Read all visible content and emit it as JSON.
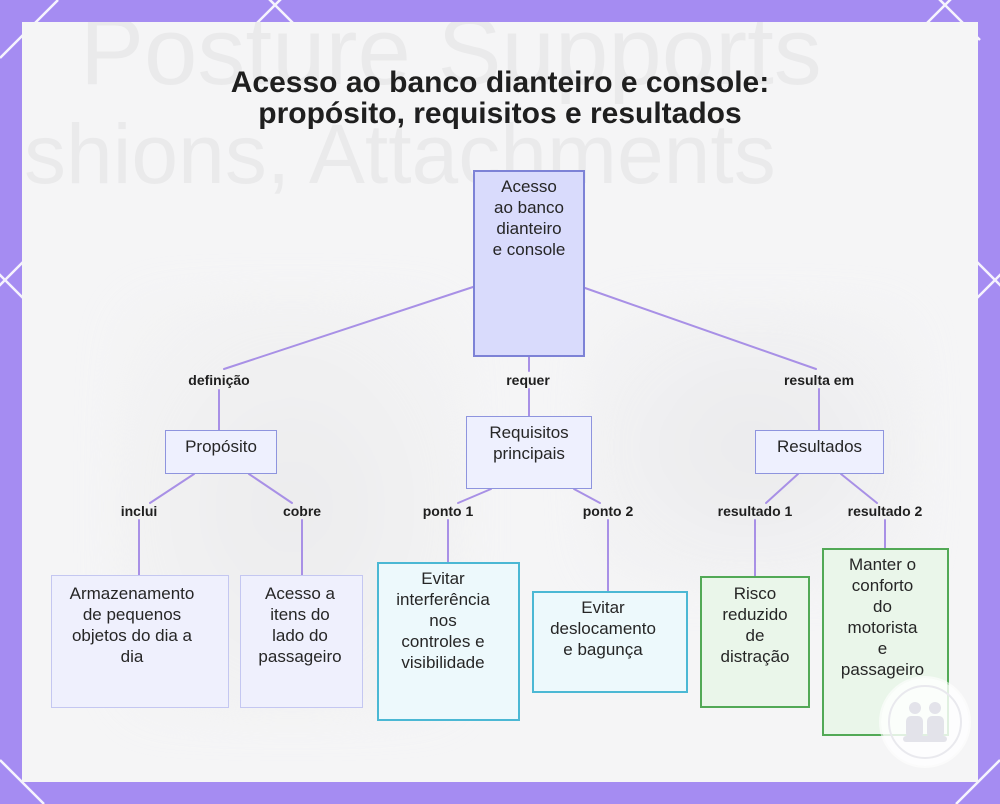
{
  "title": {
    "line1": "Acesso ao banco dianteiro e console:",
    "line2": "propósito, requisitos e resultados"
  },
  "background_text": {
    "line1": "Posture Supports",
    "line2": "shions, Attachments"
  },
  "root": {
    "lines": [
      "Acesso",
      "ao banco",
      "dianteiro",
      "e console"
    ]
  },
  "branches": [
    {
      "edge_label": "definição",
      "node": {
        "lines": [
          "Propósito"
        ]
      },
      "children": [
        {
          "edge_label": "inclui",
          "lines": [
            "Armazenamento",
            "de pequenos",
            "objetos do dia a",
            "dia"
          ]
        },
        {
          "edge_label": "cobre",
          "lines": [
            "Acesso a",
            "itens do",
            "lado do",
            "passageiro"
          ]
        }
      ]
    },
    {
      "edge_label": "requer",
      "node": {
        "lines": [
          "Requisitos",
          "principais"
        ]
      },
      "children": [
        {
          "edge_label": "ponto 1",
          "lines": [
            "Evitar",
            "interferência",
            "nos",
            "controles e",
            "visibilidade"
          ]
        },
        {
          "edge_label": "ponto 2",
          "lines": [
            "Evitar",
            "deslocamento",
            "e bagunça"
          ]
        }
      ]
    },
    {
      "edge_label": "resulta em",
      "node": {
        "lines": [
          "Resultados"
        ]
      },
      "children": [
        {
          "edge_label": "resultado 1",
          "lines": [
            "Risco",
            "reduzido",
            "de",
            "distração"
          ]
        },
        {
          "edge_label": "resultado 2",
          "lines": [
            "Manter o",
            "conforto",
            "do",
            "motorista",
            "e",
            "passageiro"
          ]
        }
      ]
    }
  ],
  "icons": {
    "logo": "brand-logo"
  },
  "colors": {
    "frame": "#a58cf2",
    "panel": "#f5f5f6",
    "connector": "#a890e6",
    "root_fill": "#d9dbfc",
    "root_border": "#7d82d6",
    "category_fill": "#eef0fe",
    "category_border": "#8e94de",
    "purpose_leaf_fill": "#eff0fd",
    "purpose_leaf_border": "#c4c7f1",
    "requirement_leaf_fill": "#edf9fc",
    "requirement_leaf_border": "#4bb8d4",
    "result_leaf_fill": "#eaf6ea",
    "result_leaf_border": "#52a956"
  }
}
